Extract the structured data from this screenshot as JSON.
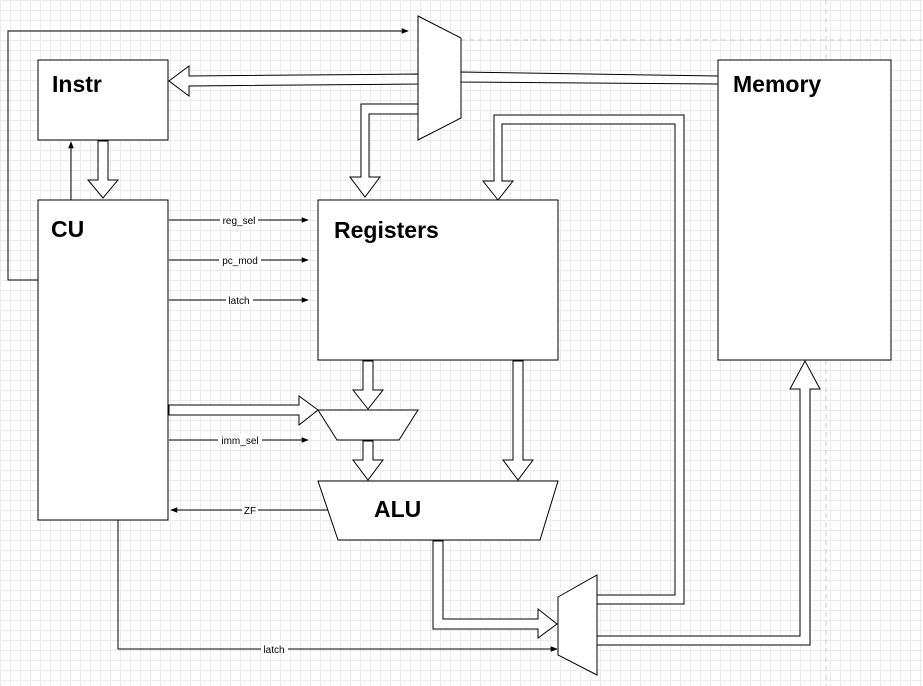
{
  "blocks": {
    "instr": "Instr",
    "cu": "CU",
    "registers": "Registers",
    "memory": "Memory",
    "alu": "ALU"
  },
  "signals": {
    "reg_sel": "reg_sel",
    "pc_mod": "pc_mod",
    "latch_top": "latch",
    "imm_sel": "imm_sel",
    "zf": "ZF",
    "latch_bottom": "latch"
  }
}
